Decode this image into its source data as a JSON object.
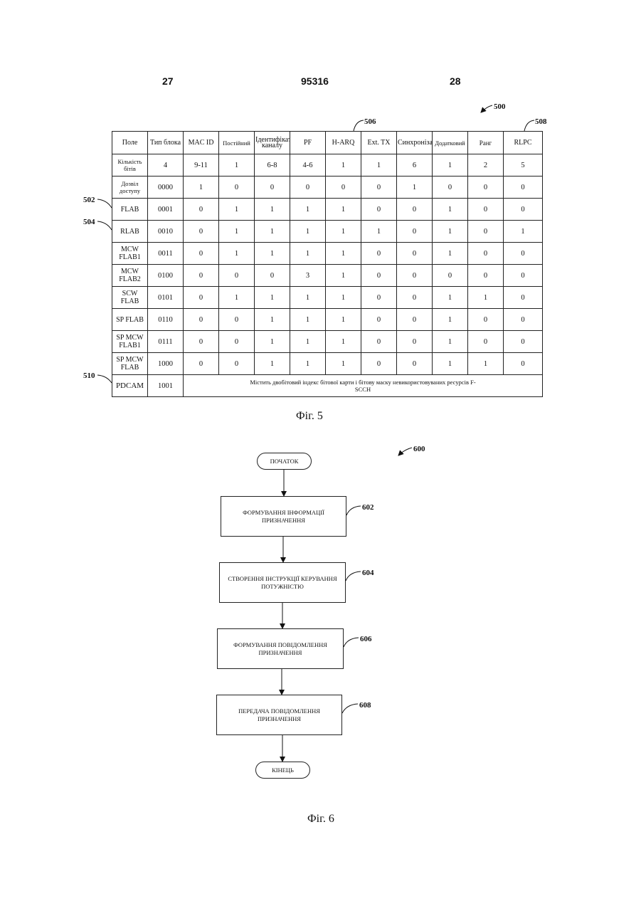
{
  "header": {
    "left_page": "27",
    "patent_number": "95316",
    "right_page": "28"
  },
  "fig5": {
    "ref_main": "500",
    "ref_harq": "506",
    "ref_rlpc": "508",
    "row_refs": {
      "flab": "502",
      "rlab": "504",
      "pdcam": "510"
    },
    "columns": [
      "Поле",
      "Тип блока",
      "MAC ID",
      "Постійний",
      "Ідентифікатор каналу",
      "PF",
      "H-ARQ",
      "Ext. TX",
      "Синхронізація",
      "Додатковий",
      "Ранг",
      "RLPC"
    ],
    "rows": [
      [
        "Кількість бітів",
        "4",
        "9-11",
        "1",
        "6-8",
        "4-6",
        "1",
        "1",
        "6",
        "1",
        "2",
        "5"
      ],
      [
        "Дозвіл доступу",
        "0000",
        "1",
        "0",
        "0",
        "0",
        "0",
        "0",
        "1",
        "0",
        "0",
        "0"
      ],
      [
        "FLAB",
        "0001",
        "0",
        "1",
        "1",
        "1",
        "1",
        "0",
        "0",
        "1",
        "0",
        "0"
      ],
      [
        "RLAB",
        "0010",
        "0",
        "1",
        "1",
        "1",
        "1",
        "1",
        "0",
        "1",
        "0",
        "1"
      ],
      [
        "MCW FLAB1",
        "0011",
        "0",
        "1",
        "1",
        "1",
        "1",
        "0",
        "0",
        "1",
        "0",
        "0"
      ],
      [
        "MCW FLAB2",
        "0100",
        "0",
        "0",
        "0",
        "3",
        "1",
        "0",
        "0",
        "0",
        "0",
        "0"
      ],
      [
        "SCW FLAB",
        "0101",
        "0",
        "1",
        "1",
        "1",
        "1",
        "0",
        "0",
        "1",
        "1",
        "0"
      ],
      [
        "SP FLAB",
        "0110",
        "0",
        "0",
        "1",
        "1",
        "1",
        "0",
        "0",
        "1",
        "0",
        "0"
      ],
      [
        "SP MCW FLAB1",
        "0111",
        "0",
        "0",
        "1",
        "1",
        "1",
        "0",
        "0",
        "1",
        "0",
        "0"
      ],
      [
        "SP MCW FLAB",
        "1000",
        "0",
        "0",
        "1",
        "1",
        "1",
        "0",
        "0",
        "1",
        "1",
        "0"
      ]
    ],
    "pdcam": {
      "field": "PDCAM",
      "type": "1001",
      "note": "Містить двобітовий індекс бітової карти і бітову маску невикористовуваних ресурсів F-SCCH"
    },
    "caption": "Фіг. 5"
  },
  "fig6": {
    "ref_main": "600",
    "start": "ПОЧАТОК",
    "end": "КІНЕЦЬ",
    "steps": [
      {
        "ref": "602",
        "label": "ФОРМУВАННЯ ІНФОРМАЦІЇ ПРИЗНАЧЕННЯ"
      },
      {
        "ref": "604",
        "label": "СТВОРЕННЯ ІНСТРУКЦІЇ КЕРУВАННЯ ПОТУЖНІСТЮ"
      },
      {
        "ref": "606",
        "label": "ФОРМУВАННЯ ПОВІДОМЛЕННЯ ПРИЗНАЧЕННЯ"
      },
      {
        "ref": "608",
        "label": "ПЕРЕДАЧА ПОВІДОМЛЕННЯ ПРИЗНАЧЕННЯ"
      }
    ],
    "caption": "Фіг. 6"
  }
}
